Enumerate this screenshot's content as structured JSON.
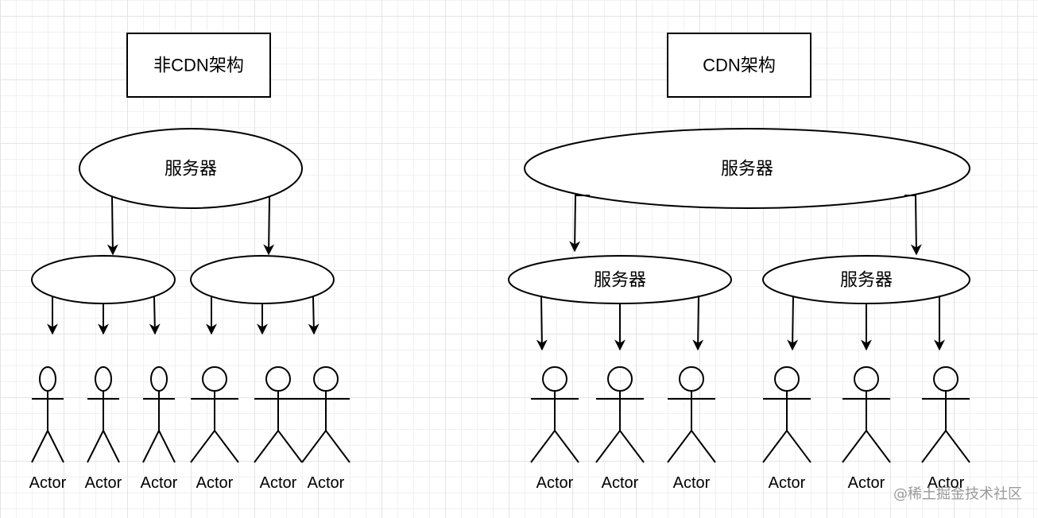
{
  "titles": {
    "left": "非CDN架构",
    "right": "CDN架构"
  },
  "server_label": "服务器",
  "actor_label": "Actor",
  "watermark": "@稀土掘金技术社区",
  "left": {
    "top_server_label": "服务器",
    "sub_servers": [
      {
        "label": "",
        "actors": [
          "Actor",
          "Actor",
          "Actor"
        ]
      },
      {
        "label": "",
        "actors": [
          "Actor",
          "Actor",
          "Actor"
        ]
      }
    ]
  },
  "right": {
    "top_server_label": "服务器",
    "sub_servers": [
      {
        "label": "服务器",
        "actors": [
          "Actor",
          "Actor",
          "Actor"
        ]
      },
      {
        "label": "服务器",
        "actors": [
          "Actor",
          "Actor",
          "Actor"
        ]
      }
    ]
  }
}
